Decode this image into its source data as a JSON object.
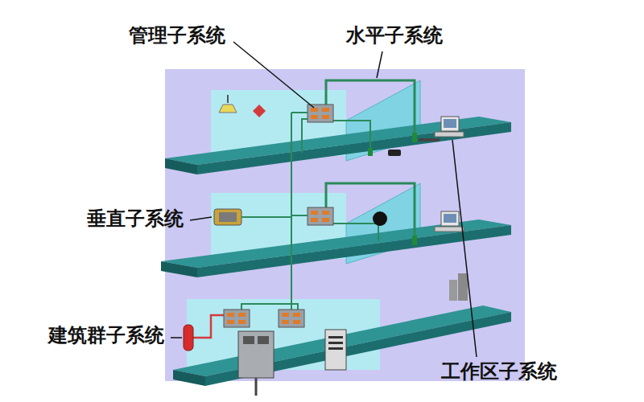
{
  "diagram": {
    "labels": [
      "管理子系统",
      "水平子系统",
      "垂直子系统",
      "建筑群子系统",
      "工作区子系统"
    ]
  }
}
